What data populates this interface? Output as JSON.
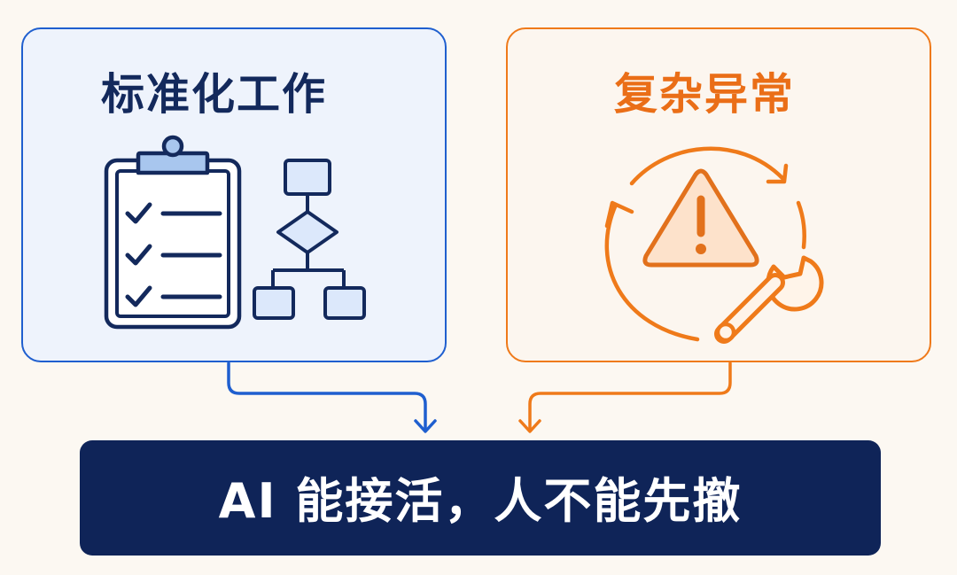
{
  "panels": {
    "left": {
      "title": "标准化工作",
      "accent": "#1f5fcf",
      "icons": [
        "clipboard-checklist-icon",
        "flowchart-icon"
      ]
    },
    "right": {
      "title": "复杂异常",
      "accent": "#ef7a1a",
      "icons": [
        "warning-triangle-icon",
        "cycle-arrows-icon",
        "wrench-icon"
      ]
    }
  },
  "banner": {
    "text": "AI 能接活，人不能先撤",
    "background": "#0f2458"
  },
  "colors": {
    "page_background": "#fcf8f2",
    "navy": "#13295c",
    "blue": "#1f5fcf",
    "orange": "#ef7a1a"
  }
}
